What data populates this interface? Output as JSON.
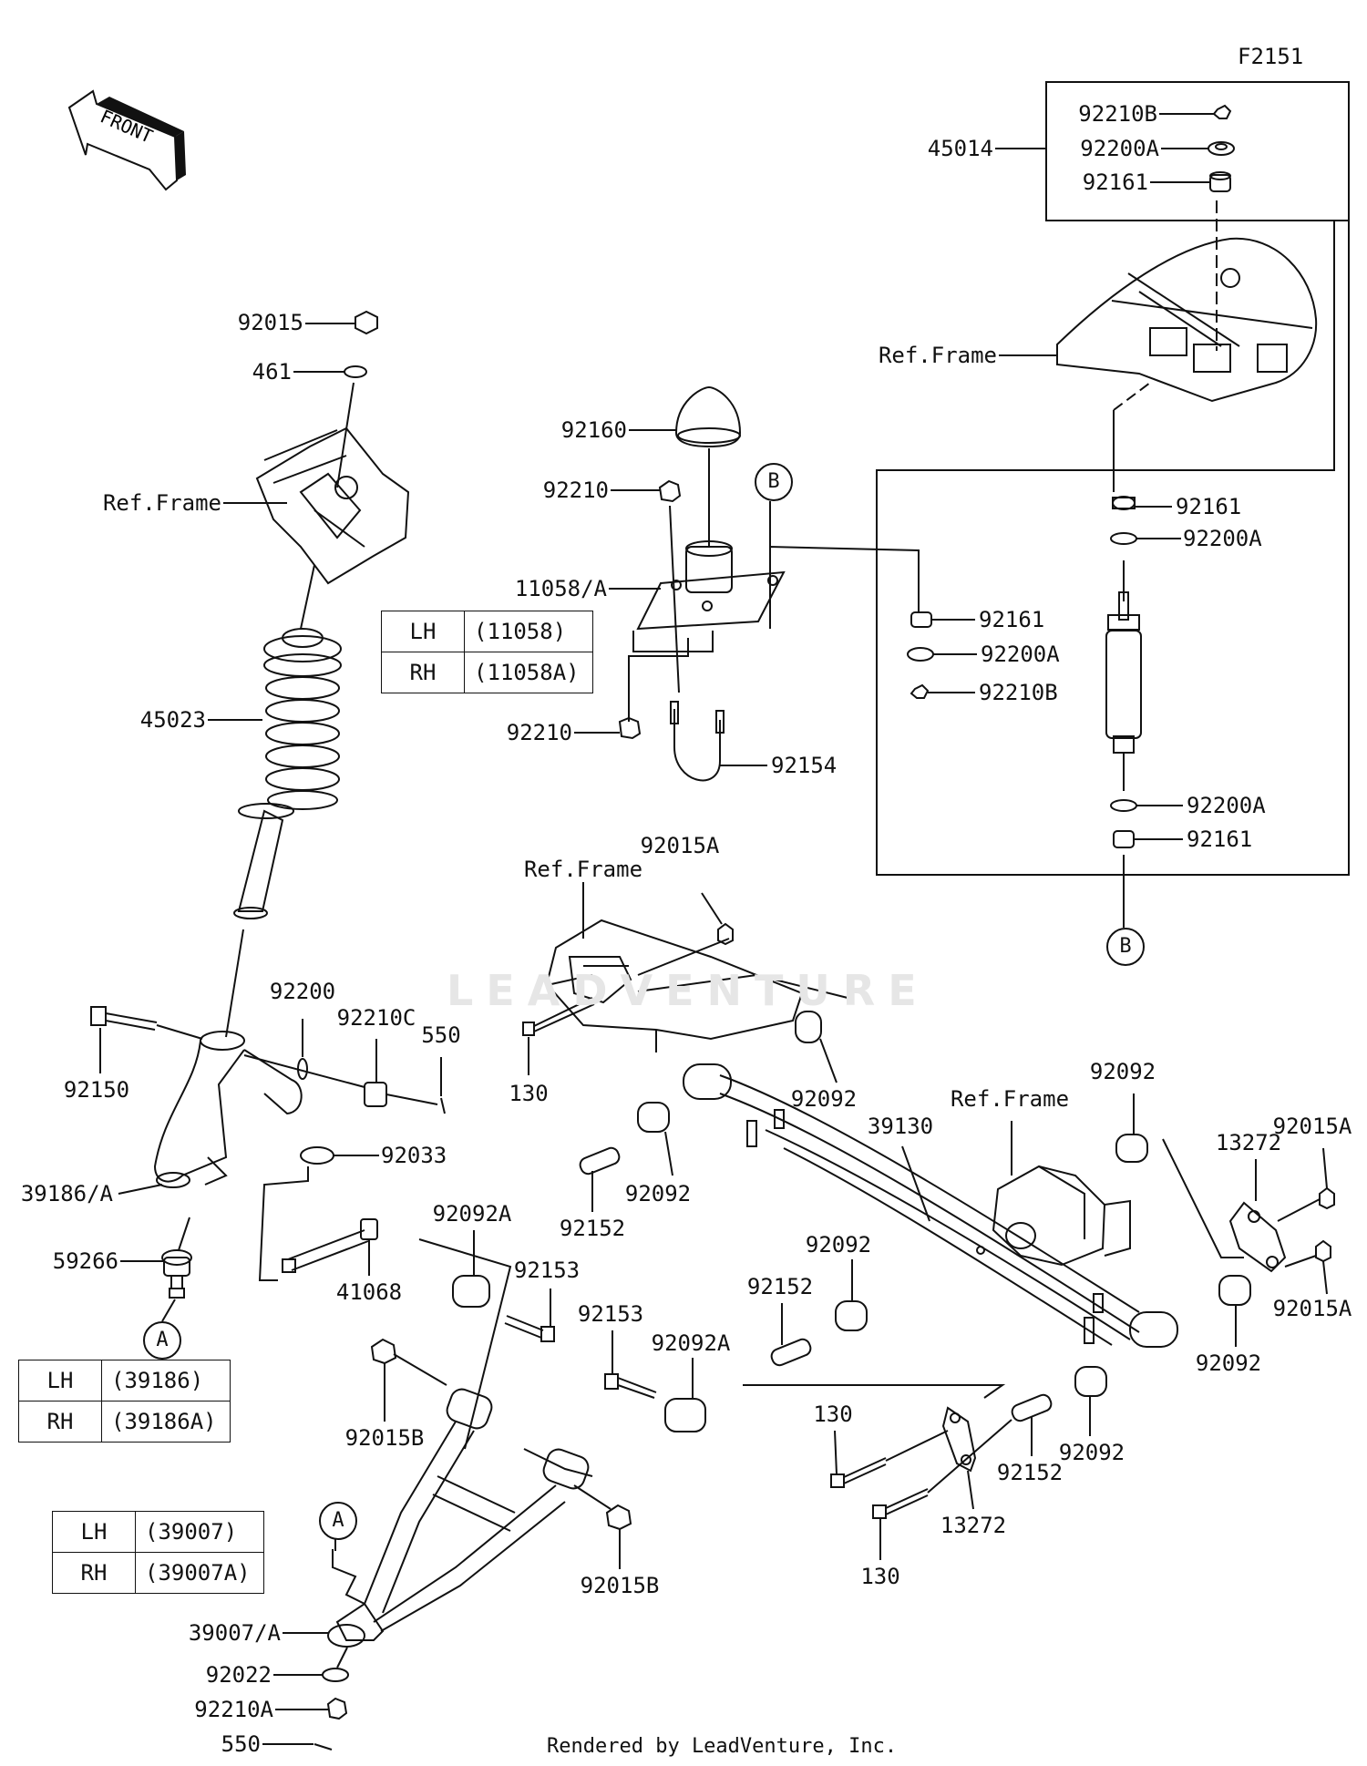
{
  "figure_code": "F2151",
  "front_arrow_text": "FRONT",
  "watermark": "LEADVENTURE",
  "footer": "Rendered by LeadVenture, Inc.",
  "callouts": {
    "a": "A",
    "b": "B"
  },
  "labels": {
    "p92210B": "92210B",
    "p45014": "45014",
    "p92200A_top": "92200A",
    "p92161_top": "92161",
    "ref_frame_top_right": "Ref.Frame",
    "p92015": "92015",
    "p461": "461",
    "ref_frame_left": "Ref.Frame",
    "p92160": "92160",
    "p92210_top": "92210",
    "p11058A": "11058/A",
    "p92161_mid": "92161",
    "p92200A_mid": "92200A",
    "p92210B_mid": "92210B",
    "p92161_shock_top": "92161",
    "p92200A_shock_top": "92200A",
    "p45023": "45023",
    "p92210_bottom": "92210",
    "p92154": "92154",
    "p92200A_shock_bottom": "92200A",
    "p92161_shock_bottom": "92161",
    "p92015A_top": "92015A",
    "ref_frame_center": "Ref.Frame",
    "p92200": "92200",
    "p92210C": "92210C",
    "p550_top": "550",
    "p92150": "92150",
    "p130_top": "130",
    "p92092_a": "92092",
    "p92092_b": "92092",
    "ref_frame_right": "Ref.Frame",
    "p39130": "39130",
    "p92015A_right1": "92015A",
    "p13272_right": "13272",
    "p92033": "92033",
    "p39186A": "39186/A",
    "p92152_a": "92152",
    "p92092_c": "92092",
    "p92092A_a": "92092A",
    "p92153_a": "92153",
    "p59266": "59266",
    "p41068": "41068",
    "p92092_d": "92092",
    "p92152_b": "92152",
    "p92015A_right2": "92015A",
    "p92153_b": "92153",
    "p92092A_b": "92092A",
    "p92092_e": "92092",
    "p92015B_a": "92015B",
    "p130_mid": "130",
    "p92092_f": "92092",
    "p92152_c": "92152",
    "p13272_bottom": "13272",
    "p130_bottom": "130",
    "p92015B_b": "92015B",
    "p39007A": "39007/A",
    "p92022": "92022",
    "p92210A": "92210A",
    "p550_bottom": "550"
  },
  "tables": {
    "t11058": {
      "rows": [
        {
          "side": "LH",
          "part": "(11058)"
        },
        {
          "side": "RH",
          "part": "(11058A)"
        }
      ]
    },
    "t39186": {
      "rows": [
        {
          "side": "LH",
          "part": "(39186)"
        },
        {
          "side": "RH",
          "part": "(39186A)"
        }
      ]
    },
    "t39007": {
      "rows": [
        {
          "side": "LH",
          "part": "(39007)"
        },
        {
          "side": "RH",
          "part": "(39007A)"
        }
      ]
    }
  }
}
